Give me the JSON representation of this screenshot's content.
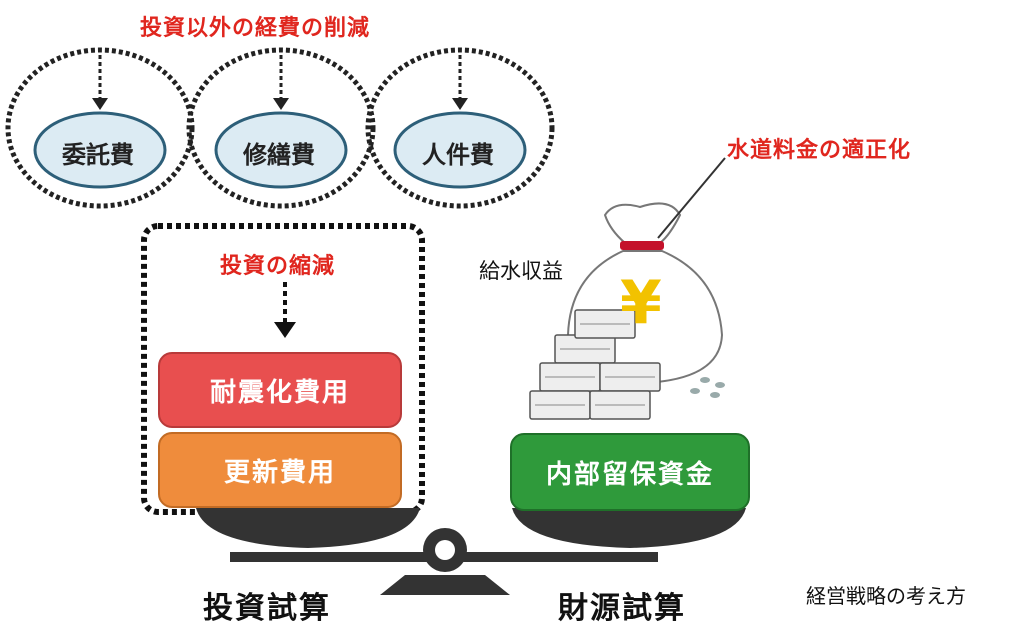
{
  "header": {
    "title": "投資以外の経費の削減"
  },
  "expense_items": [
    {
      "label": "委託費"
    },
    {
      "label": "修繕費"
    },
    {
      "label": "人件費"
    }
  ],
  "investment": {
    "reduction_title": "投資の縮減",
    "items": [
      {
        "label": "耐震化費用",
        "color": "#e84f4f"
      },
      {
        "label": "更新費用",
        "color": "#ef8c3c"
      }
    ]
  },
  "revenue": {
    "rate_title": "水道料金の適正化",
    "water_revenue_label": "給水収益",
    "reserve_label": "内部留保資金",
    "reserve_color": "#2f9a3b",
    "yen_symbol": "¥"
  },
  "balance": {
    "left_label": "投資試算",
    "right_label": "財源試算"
  },
  "caption": "経営戦略の考え方"
}
